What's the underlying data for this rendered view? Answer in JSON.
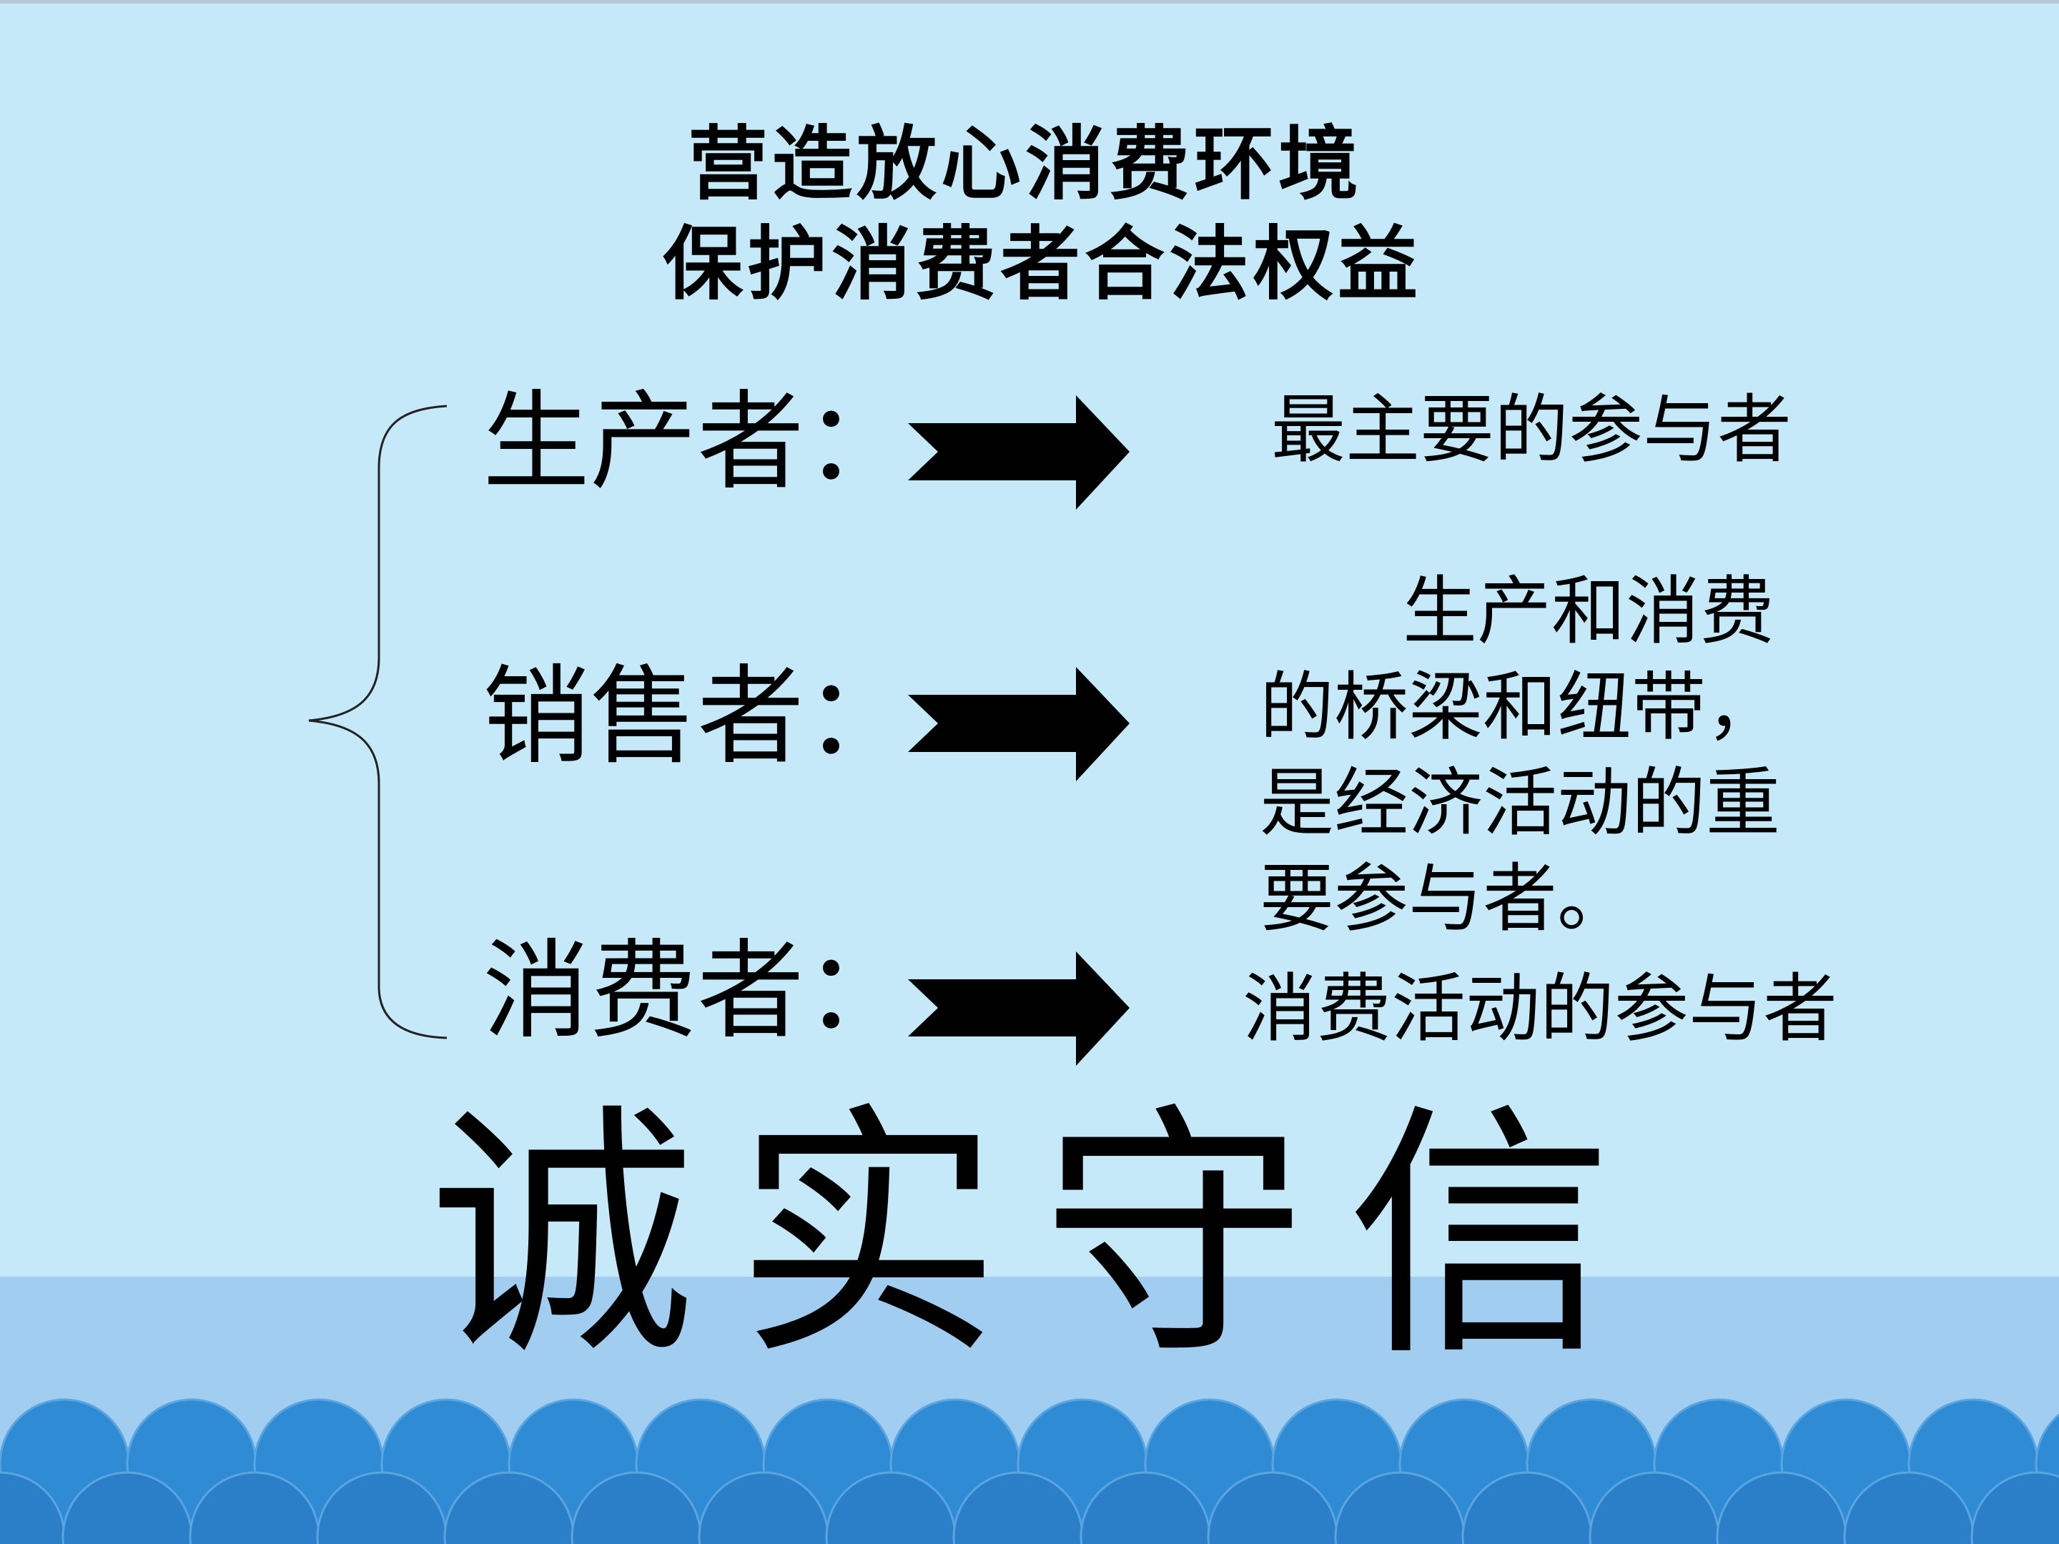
{
  "title_lines": [
    "营造放心消费环境",
    "保护消费者合法权益"
  ],
  "roles": [
    {
      "label": "生产者：",
      "description": [
        "最主要的参与者"
      ]
    },
    {
      "label": "销售者：",
      "description": [
        "生产和消费",
        "的桥梁和纽带，",
        "是经济活动的重",
        "要参与者。"
      ]
    },
    {
      "label": "消费者：",
      "description": [
        "消费活动的参与者"
      ]
    }
  ],
  "slogan": "诚实守信",
  "colors": {
    "background": "#c6e9fa",
    "lower_band": "#a1cdf0",
    "wave_light": "#2f8bd3",
    "wave_dark": "#2a7fc8",
    "text": "#000000"
  }
}
